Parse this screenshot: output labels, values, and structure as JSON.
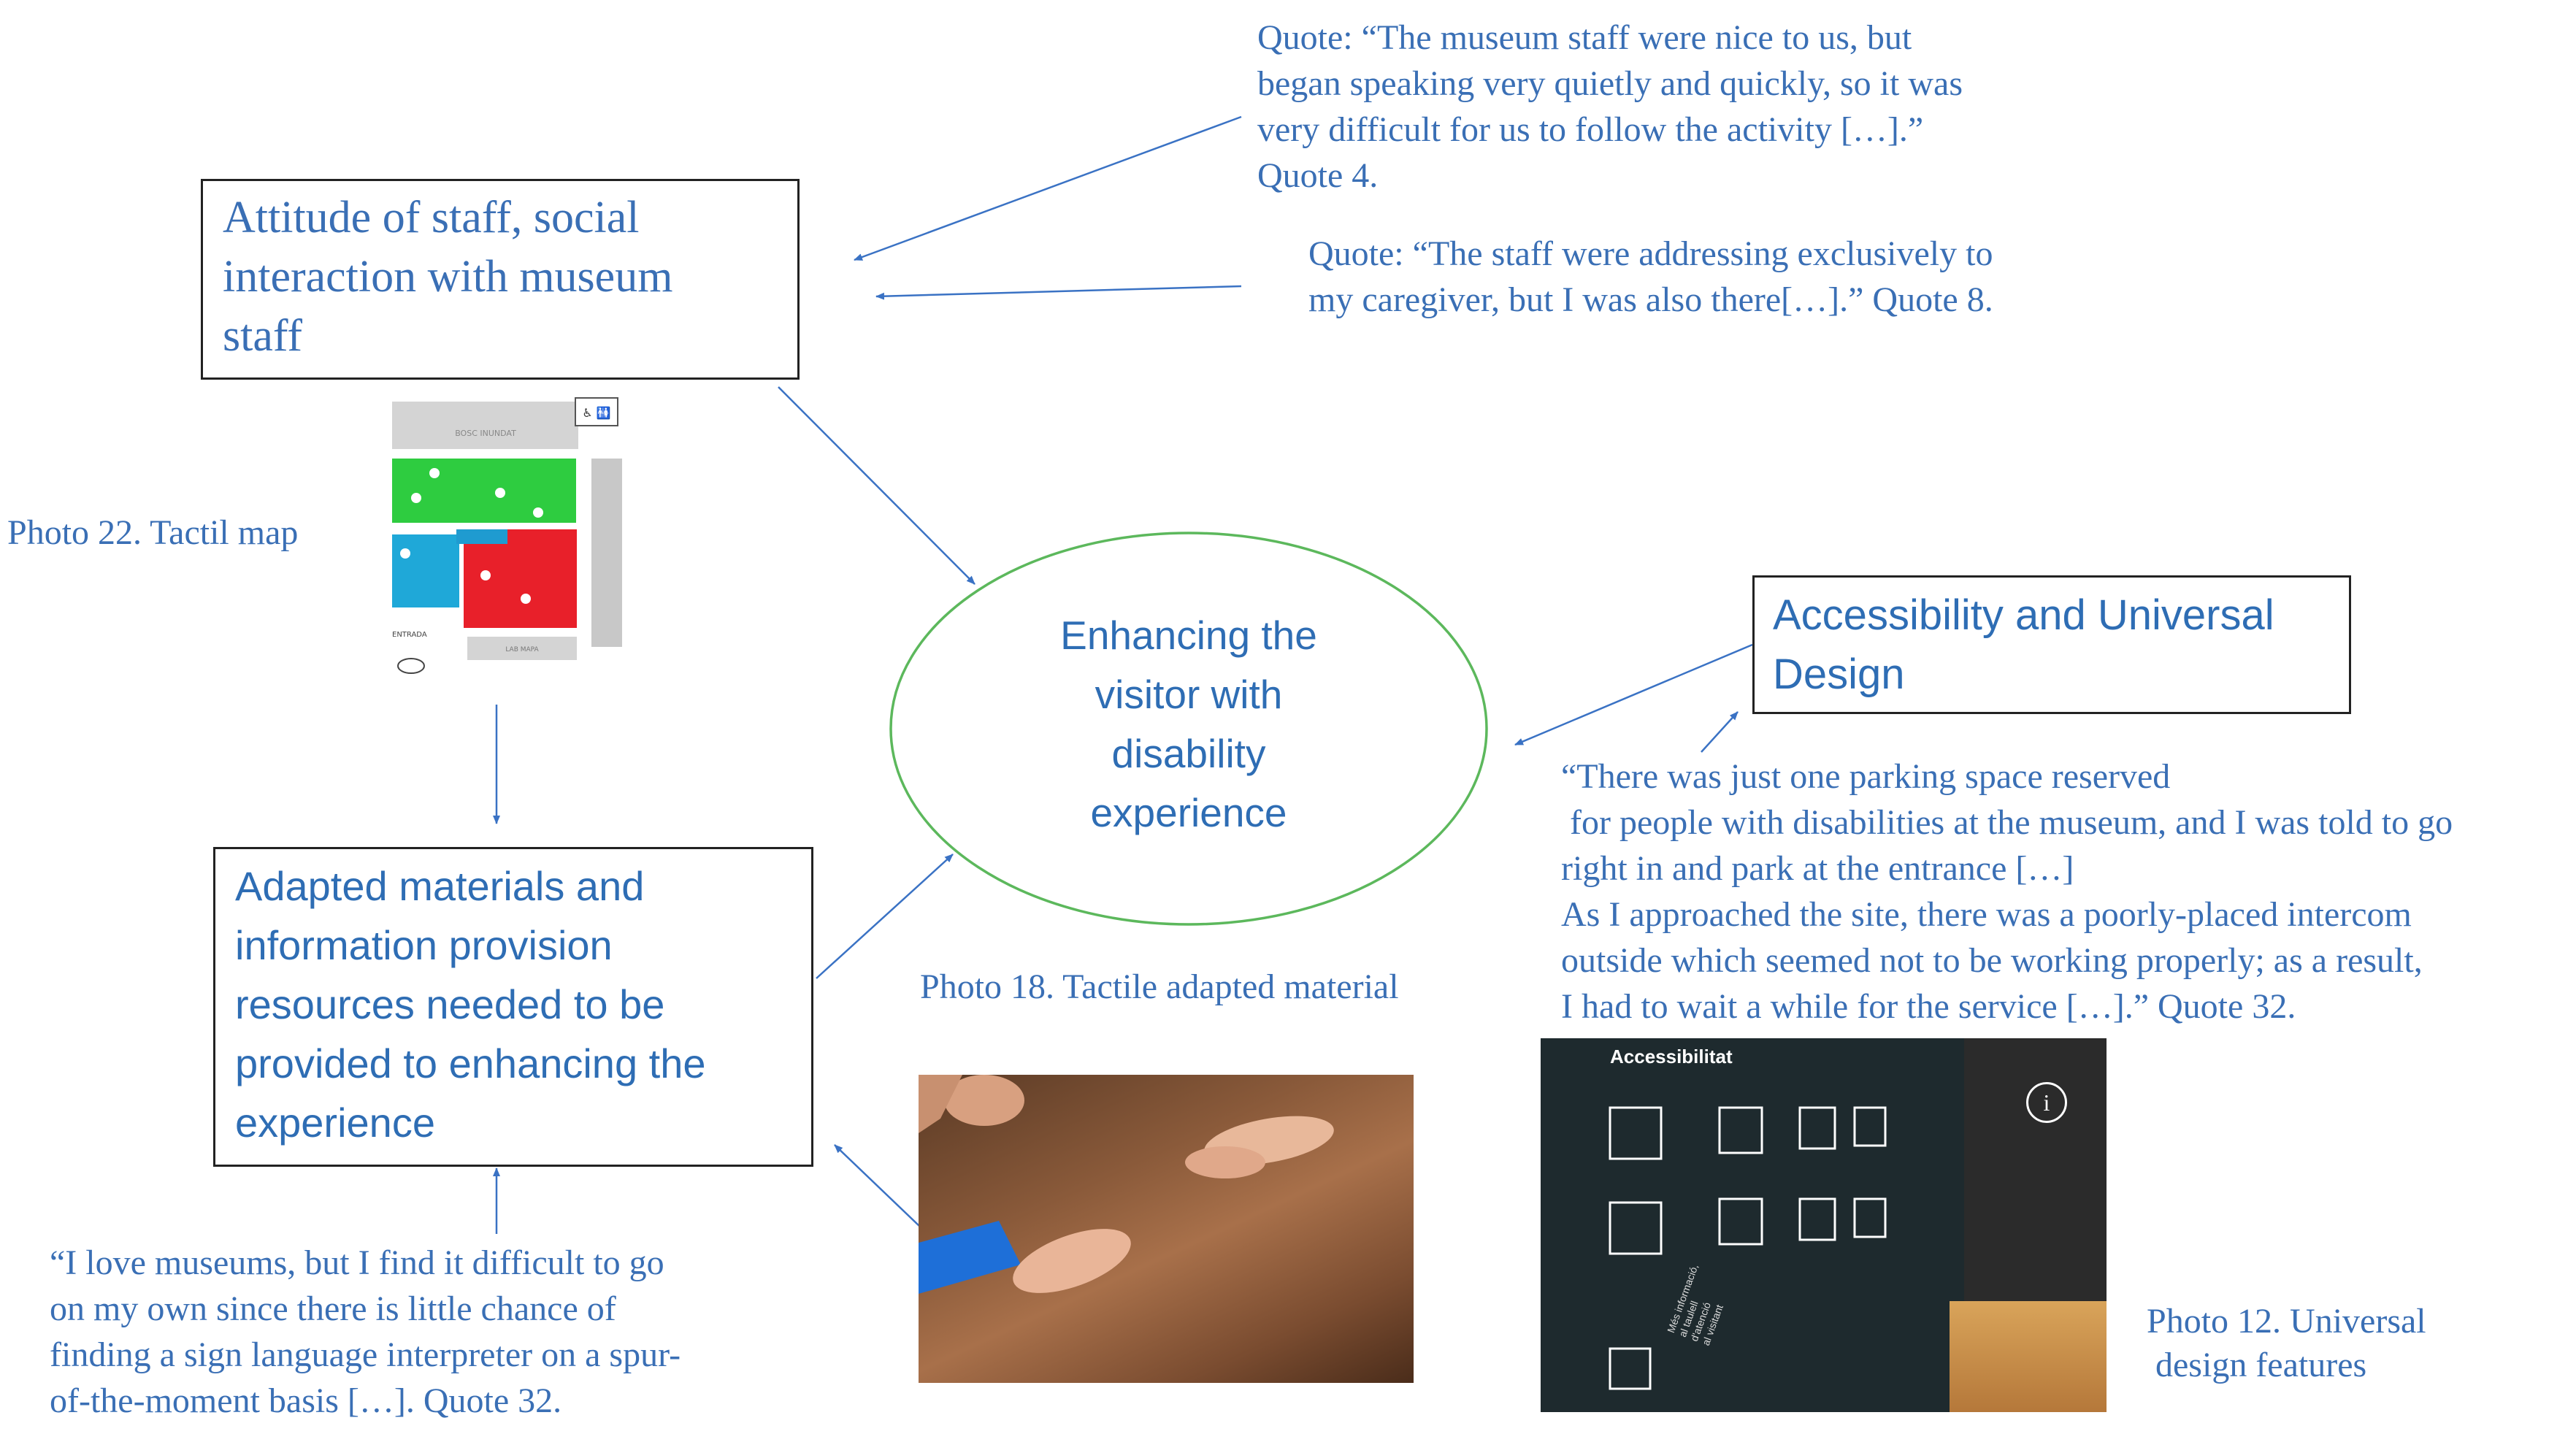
{
  "boxes": {
    "attitude": "Attitude of staff, social\ninteraction with museum\nstaff",
    "accessibility": "Accessibility and Universal\nDesign",
    "adapted": "Adapted materials and\ninformation provision\nresources needed to be\nprovided to enhancing the\nexperience",
    "center": "Enhancing the\nvisitor with\ndisability\nexperience"
  },
  "quotes": {
    "q4": "Quote: “The museum staff were nice to us, but\nbegan speaking very quietly and quickly, so it was\nvery difficult for us to follow the activity […].”\nQuote 4.",
    "q8": "Quote: “The staff were addressing exclusively to\nmy caregiver, but I was also there[…].” Quote 8.",
    "q32_parking": "“There was just one parking space reserved\n for people with disabilities at the museum, and I was told to go\nright in and park at the entrance […]\nAs I approached the site, there was a poorly-placed intercom\noutside which seemed not to be working properly; as a result,\nI had to wait a while for the service […].” Quote 32.",
    "q32_sign": "“I love museums, but I find it difficult to go\non my own since there is little chance of\nfinding a sign language interpreter on a spur-\nof-the-moment basis […]. Quote 32."
  },
  "captions": {
    "photo22": "Photo 22. Tactil map",
    "photo18": "Photo 18. Tactile adapted material",
    "photo12": "Photo 12. Universal\n design features"
  },
  "photo12_text": {
    "title": "Accessibilitat",
    "panel_text": "Més informació,\nal taulell\nd'atenció\nal visitant",
    "info_symbol": "i"
  },
  "map_text": {
    "top": "BOSC INUNDAT",
    "entrance": "ENTRADA",
    "bottom": "LAB MAPA",
    "pictos": "♿ 🚻"
  },
  "colors": {
    "text_blue": "#3a6fb5",
    "arrow_blue": "#3a72c4",
    "ellipse_green": "#5cb85c",
    "box_border": "#222222"
  }
}
